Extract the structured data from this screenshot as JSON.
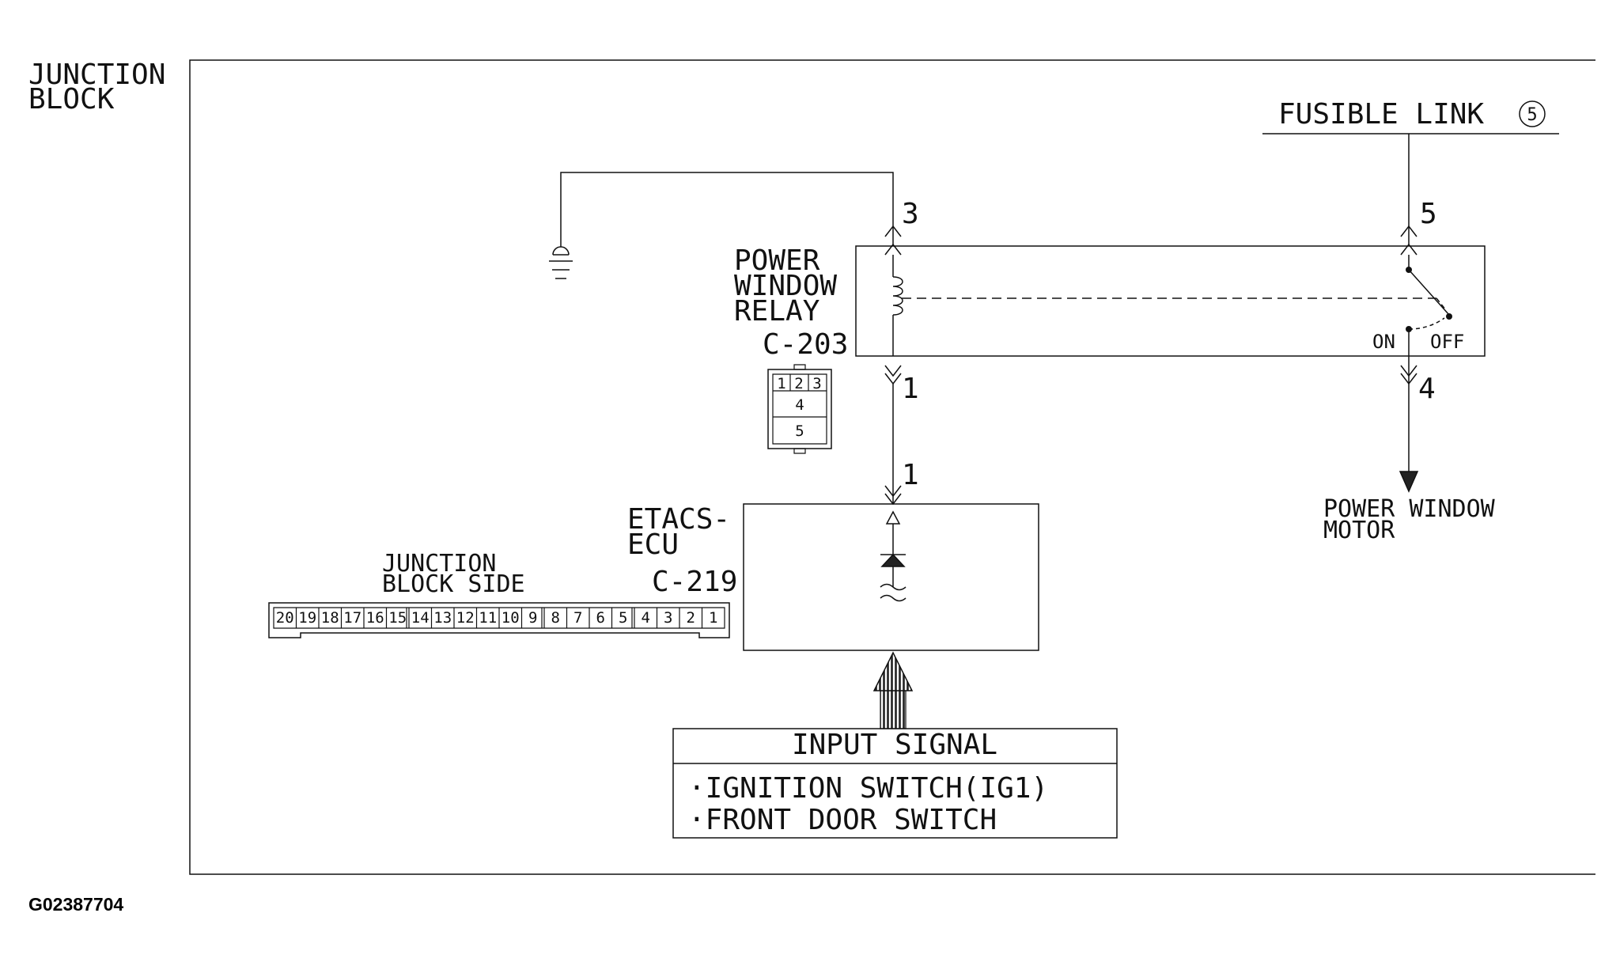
{
  "labels": {
    "junction_block_line1": "JUNCTION",
    "junction_block_line2": "BLOCK",
    "fusible_link": "FUSIBLE LINK",
    "fusible_link_number": "5",
    "relay_line1": "POWER",
    "relay_line2": "WINDOW",
    "relay_line3": "RELAY",
    "relay_connector": "C-203",
    "ecu_line1": "ETACS-",
    "ecu_line2": "ECU",
    "ecu_connector": "C-219",
    "jb_side_line1": "JUNCTION",
    "jb_side_line2": "BLOCK SIDE",
    "motor_line1": "POWER WINDOW",
    "motor_line2": "MOTOR",
    "on": "ON",
    "off": "OFF",
    "figure_id": "G02387704"
  },
  "pins": {
    "relay_coil_top": "3",
    "relay_coil_bottom": "1",
    "ecu_input": "1",
    "relay_switch_top": "5",
    "relay_switch_bottom": "4"
  },
  "relay_connector_cells": [
    "1",
    "2",
    "3",
    "4",
    "5"
  ],
  "junction_block_pins": [
    "20",
    "19",
    "18",
    "17",
    "16",
    "15",
    "14",
    "13",
    "12",
    "11",
    "10",
    "9",
    "8",
    "7",
    "6",
    "5",
    "4",
    "3",
    "2",
    "1"
  ],
  "input_signal": {
    "title": "INPUT SIGNAL",
    "items": [
      "·IGNITION SWITCH(IG1)",
      "·FRONT DOOR SWITCH"
    ]
  }
}
